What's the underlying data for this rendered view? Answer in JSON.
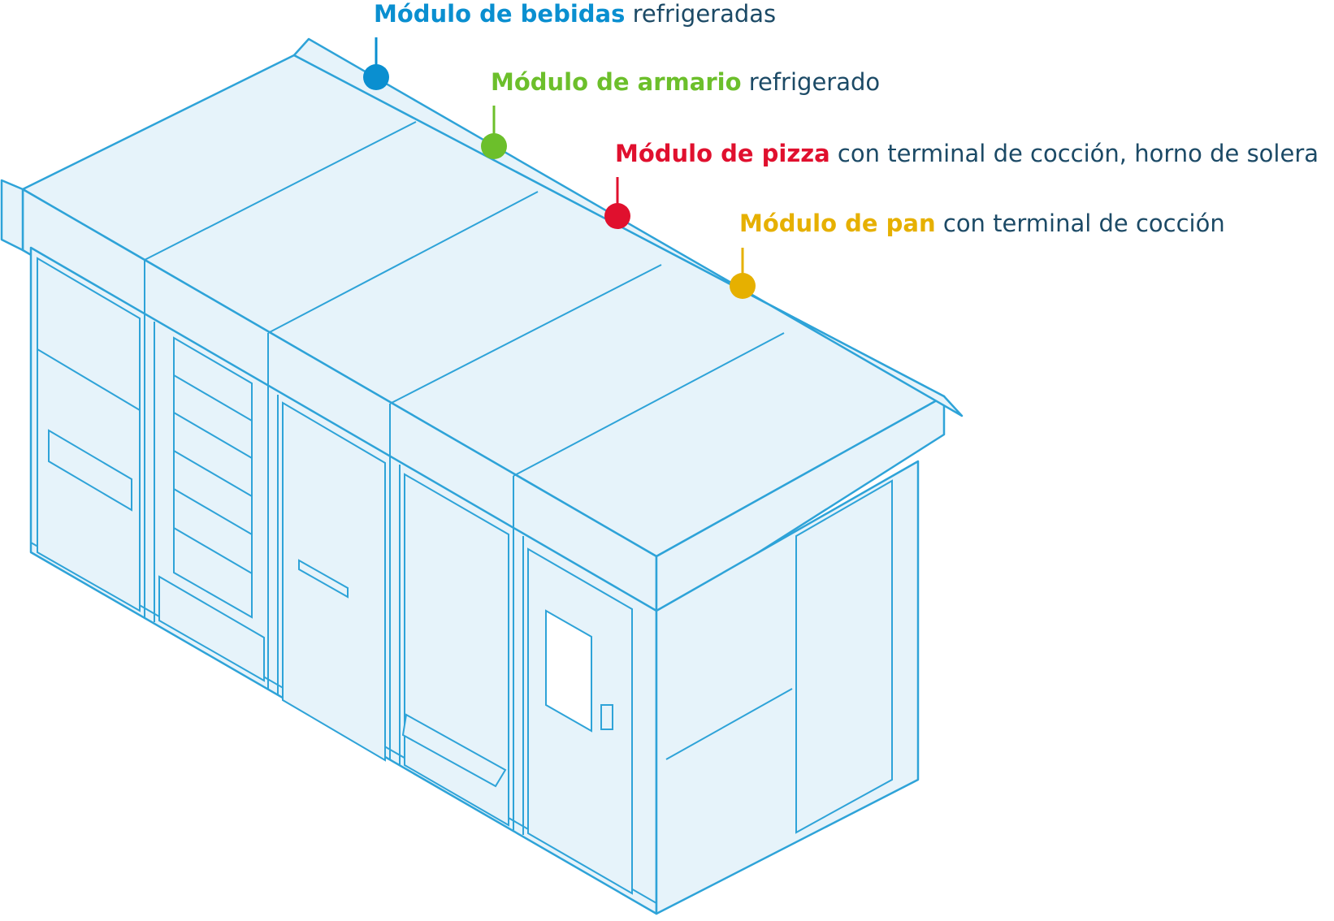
{
  "callouts": [
    {
      "bold": "Módulo de bebidas",
      "rest": " refrigeradas",
      "color": "#0a8fd0"
    },
    {
      "bold": "Módulo de armario",
      "rest": " refrigerado",
      "color": "#6cbf2b"
    },
    {
      "bold": "Módulo de pizza",
      "rest": " con terminal de cocción, horno de solera",
      "color": "#e0102e"
    },
    {
      "bold": "Módulo de pan",
      "rest": " con terminal de cocción",
      "color": "#e6b000"
    }
  ],
  "colors": {
    "line": "#2ea3d8",
    "fill": "#e6f3fa"
  }
}
